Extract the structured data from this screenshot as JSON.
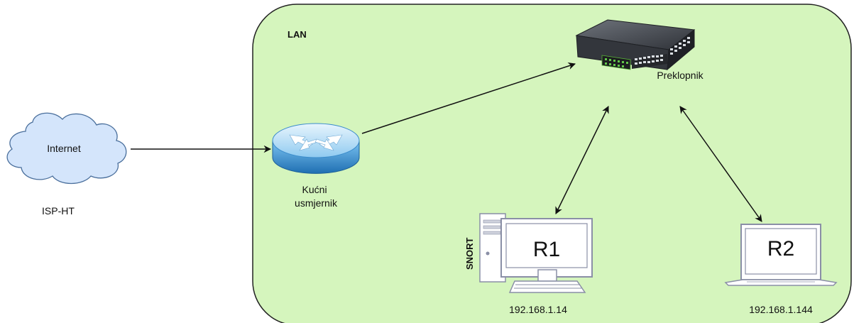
{
  "lan": {
    "label": "LAN",
    "fill": "#d5f5bd",
    "stroke": "#222222"
  },
  "internet": {
    "label": "Internet",
    "caption": "ISP-HT",
    "fill": "#d4e5fb",
    "stroke": "#4a6f9c"
  },
  "router": {
    "label_line1": "Kućni",
    "label_line2": "usmjernik",
    "color": "#3d9bd8"
  },
  "switch": {
    "label": "Preklopnik",
    "color": "#2b2d33"
  },
  "r1": {
    "label": "R1",
    "side_label": "SNORT",
    "ip": "192.168.1.14",
    "icon": "desktop-computer-icon"
  },
  "r2": {
    "label": "R2",
    "ip": "192.168.1.144",
    "icon": "laptop-icon"
  },
  "edges": [
    {
      "from": "internet",
      "to": "router",
      "style": "one-way"
    },
    {
      "from": "router",
      "to": "switch",
      "style": "one-way"
    },
    {
      "from": "switch",
      "to": "r1",
      "style": "two-way"
    },
    {
      "from": "switch",
      "to": "r2",
      "style": "two-way"
    }
  ]
}
